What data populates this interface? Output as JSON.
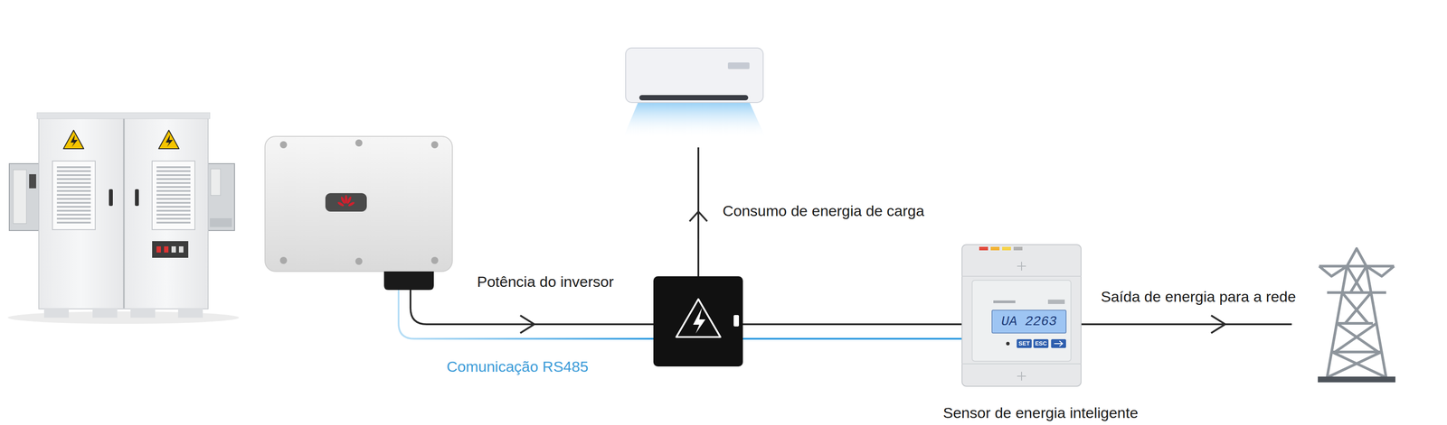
{
  "diagram": {
    "nodes": [
      {
        "text": [
          "UA 2263",
          "SET",
          "ESC",
          "Sensor de energia inteligente"
        ]
      }
    ],
    "labels": [
      "Consumo de energia de carga",
      "Potência do inversor",
      "Saída de energia para a rede",
      "Comunicação RS485"
    ]
  }
}
